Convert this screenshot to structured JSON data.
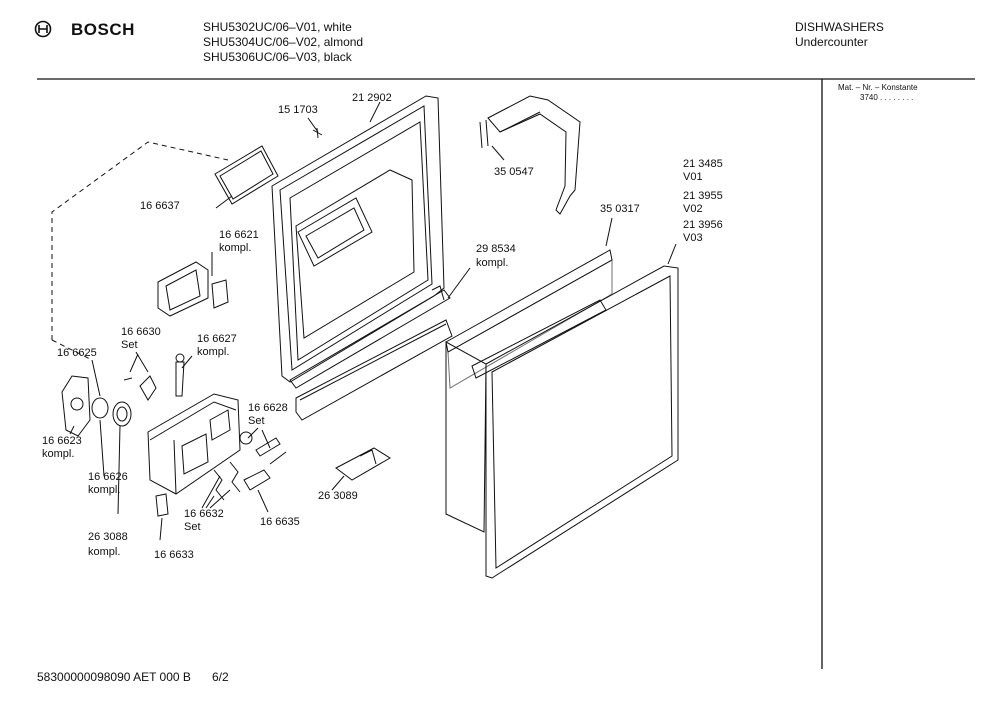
{
  "header": {
    "brand": "BOSCH",
    "models": [
      "SHU5302UC/06–V01, white",
      "SHU5304UC/06–V02, almond",
      "SHU5306UC/06–V03, black"
    ],
    "category": "DISHWASHERS",
    "subcategory": "Undercounter"
  },
  "side_panel": {
    "line1": "Mat. – Nr. – Konstante",
    "line2": "3740 . . . . . . . ."
  },
  "footer": {
    "doc_code": "58300000098090 AET 000 B",
    "page": "6/2"
  },
  "parts": [
    {
      "id": "p1",
      "lines": [
        "151703"
      ],
      "display": [
        "15 1703"
      ]
    },
    {
      "id": "p2",
      "display": [
        "21 2902"
      ]
    },
    {
      "id": "p3",
      "display": [
        "35 0547"
      ]
    },
    {
      "id": "p4",
      "display": [
        "21 3485",
        "V01",
        "21 3955",
        "V02",
        "21 3956",
        "V03"
      ]
    },
    {
      "id": "p5",
      "display": [
        "35 0317"
      ]
    },
    {
      "id": "p6",
      "display": [
        "16 6637"
      ]
    },
    {
      "id": "p7",
      "display": [
        "16 6621",
        "kompl."
      ]
    },
    {
      "id": "p8",
      "display": [
        "29 8534",
        "kompl."
      ]
    },
    {
      "id": "p9",
      "display": [
        "16 6630",
        "Set"
      ]
    },
    {
      "id": "p10",
      "display": [
        "16 6627",
        "kompl."
      ]
    },
    {
      "id": "p11",
      "display": [
        "16 6625"
      ]
    },
    {
      "id": "p12",
      "display": [
        "16 6628",
        "Set"
      ]
    },
    {
      "id": "p13",
      "display": [
        "16 6623",
        "kompl."
      ]
    },
    {
      "id": "p14",
      "display": [
        "16 6626",
        "kompl."
      ]
    },
    {
      "id": "p15",
      "display": [
        "26 3089"
      ]
    },
    {
      "id": "p16",
      "display": [
        "16 6632",
        "Set"
      ]
    },
    {
      "id": "p17",
      "display": [
        "16 6635"
      ]
    },
    {
      "id": "p18",
      "display": [
        "26 3088",
        "kompl."
      ]
    },
    {
      "id": "p19",
      "display": [
        "16 6633"
      ]
    }
  ]
}
